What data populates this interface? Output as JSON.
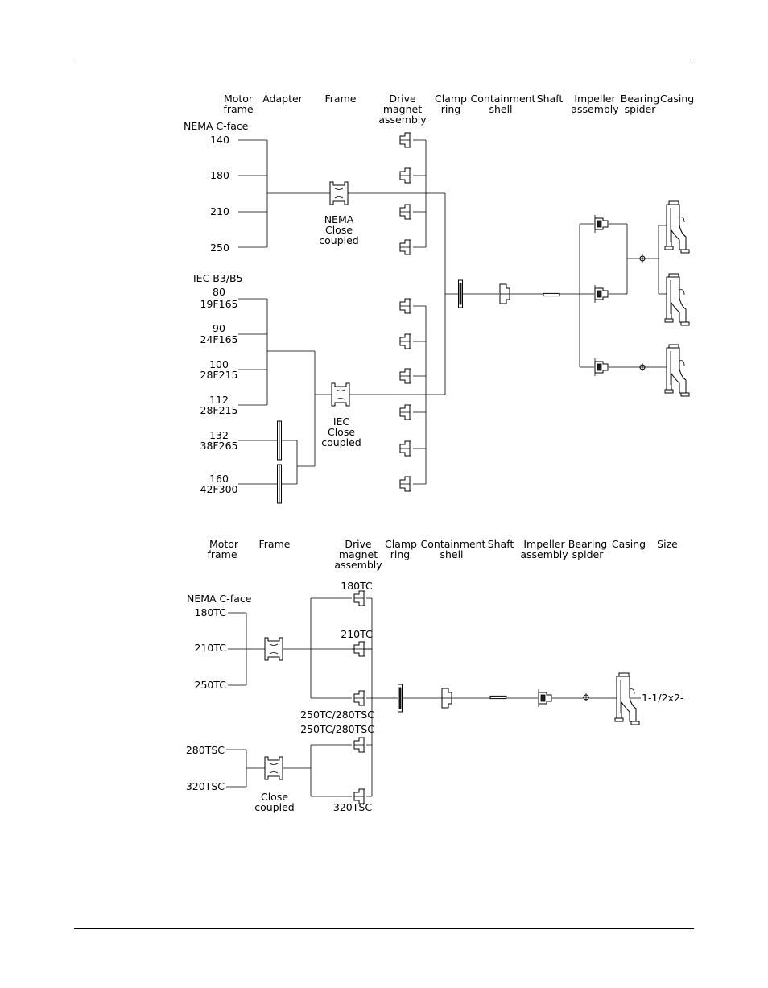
{
  "top_diagram": {
    "headers": [
      [
        "Motor",
        "frame"
      ],
      [
        "Adapter"
      ],
      [
        "Frame"
      ],
      [
        "Drive",
        "magnet",
        "assembly"
      ],
      [
        "Clamp",
        "ring"
      ],
      [
        "Containment",
        "shell"
      ],
      [
        "Shaft"
      ],
      [
        "Impeller",
        "assembly"
      ],
      [
        "Bearing",
        "spider"
      ],
      [
        "Casing"
      ]
    ],
    "nema_group_label": "NEMA C-face",
    "nema_frames": [
      "140",
      "180",
      "210",
      "250"
    ],
    "nema_frame_label": [
      "NEMA",
      "Close",
      "coupled"
    ],
    "iec_group_label": "IEC B3/B5",
    "iec_frames": [
      [
        "80",
        "19F165"
      ],
      [
        "90",
        "24F165"
      ],
      [
        "100",
        "28F215"
      ],
      [
        "112",
        "28F215"
      ],
      [
        "132",
        "38F265"
      ],
      [
        "160",
        "42F300"
      ]
    ],
    "iec_frame_label": [
      "IEC",
      "Close",
      "coupled"
    ]
  },
  "bottom_diagram": {
    "headers": [
      [
        "Motor",
        "frame"
      ],
      [
        "Frame"
      ],
      [
        "Drive",
        "magnet",
        "assembly"
      ],
      [
        "Clamp",
        "ring"
      ],
      [
        "Containment",
        "shell"
      ],
      [
        "Shaft"
      ],
      [
        "Impeller",
        "assembly"
      ],
      [
        "Bearing",
        "spider"
      ],
      [
        "Casing"
      ],
      [
        "Size"
      ]
    ],
    "nema_group_label": "NEMA C-face",
    "nema_frames": [
      "180TC",
      "210TC",
      "250TC"
    ],
    "tsc_frames": [
      "280TSC",
      "320TSC"
    ],
    "frame_label": [
      "Close",
      "coupled"
    ],
    "magnet_labels": [
      "180TC",
      "210TC",
      "250TC/280TSC",
      "250TC/280TSC",
      "320TSC"
    ],
    "size_label": "1-1/2x2-"
  }
}
